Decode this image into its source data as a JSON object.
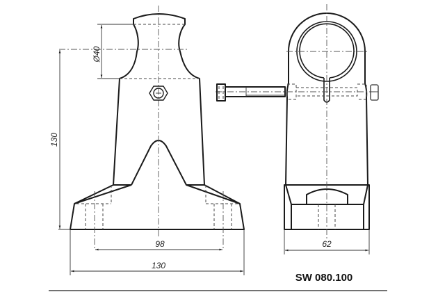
{
  "drawing": {
    "part_number": "SW 080.100",
    "front_view": {
      "dimensions": {
        "diameter": "Ø40",
        "height": "130",
        "hole_spacing": "98",
        "base_width": "130"
      }
    },
    "side_view": {
      "dimensions": {
        "base_depth": "62"
      }
    }
  },
  "colors": {
    "line": "#1a1a1a",
    "background": "#ffffff"
  }
}
